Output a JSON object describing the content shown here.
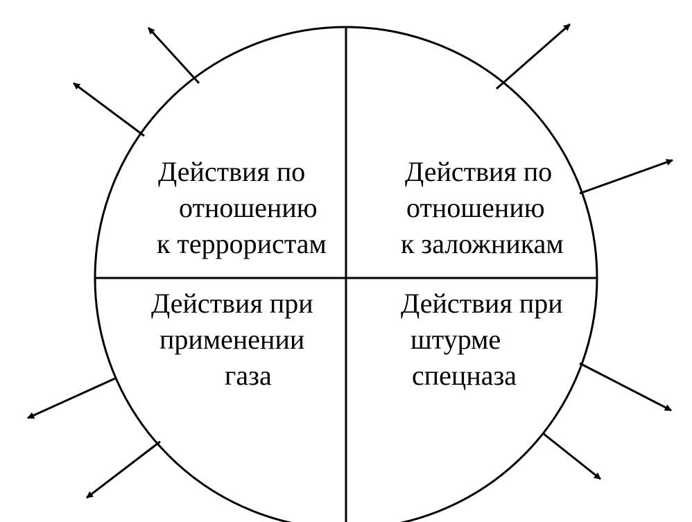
{
  "diagram": {
    "quadrants": {
      "top_left": {
        "lines": [
          "Действия  по",
          "отношению",
          "к террористам"
        ]
      },
      "top_right": {
        "lines": [
          "Действия по",
          "отношению",
          "к заложникам"
        ]
      },
      "bottom_left": {
        "lines": [
          "Действия при",
          "применении",
          "газа"
        ]
      },
      "bottom_right": {
        "lines": [
          "Действия при",
          "штурме",
          "спецназа"
        ]
      }
    },
    "colors": {
      "stroke": "#000000",
      "background": "#ffffff"
    }
  }
}
